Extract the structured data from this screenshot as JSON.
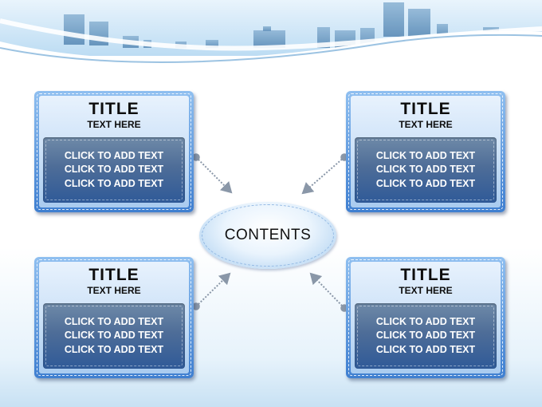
{
  "center": {
    "label": "CONTENTS"
  },
  "cards": [
    {
      "title": "TITLE",
      "subtitle": "TEXT HERE",
      "lines": [
        "CLICK TO ADD TEXT",
        "CLICK TO ADD TEXT",
        "CLICK TO ADD TEXT"
      ]
    },
    {
      "title": "TITLE",
      "subtitle": "TEXT HERE",
      "lines": [
        "CLICK TO ADD TEXT",
        "CLICK TO ADD TEXT",
        "CLICK TO ADD TEXT"
      ]
    },
    {
      "title": "TITLE",
      "subtitle": "TEXT HERE",
      "lines": [
        "CLICK TO ADD TEXT",
        "CLICK TO ADD TEXT",
        "CLICK TO ADD TEXT"
      ]
    },
    {
      "title": "TITLE",
      "subtitle": "TEXT HERE",
      "lines": [
        "CLICK TO ADD TEXT",
        "CLICK TO ADD TEXT",
        "CLICK TO ADD TEXT"
      ]
    }
  ],
  "colors": {
    "card_frame": "#3f7fd0",
    "card_body": "#2f5a98",
    "connector": "#8a97a8",
    "sky": "#c9e2f5"
  }
}
